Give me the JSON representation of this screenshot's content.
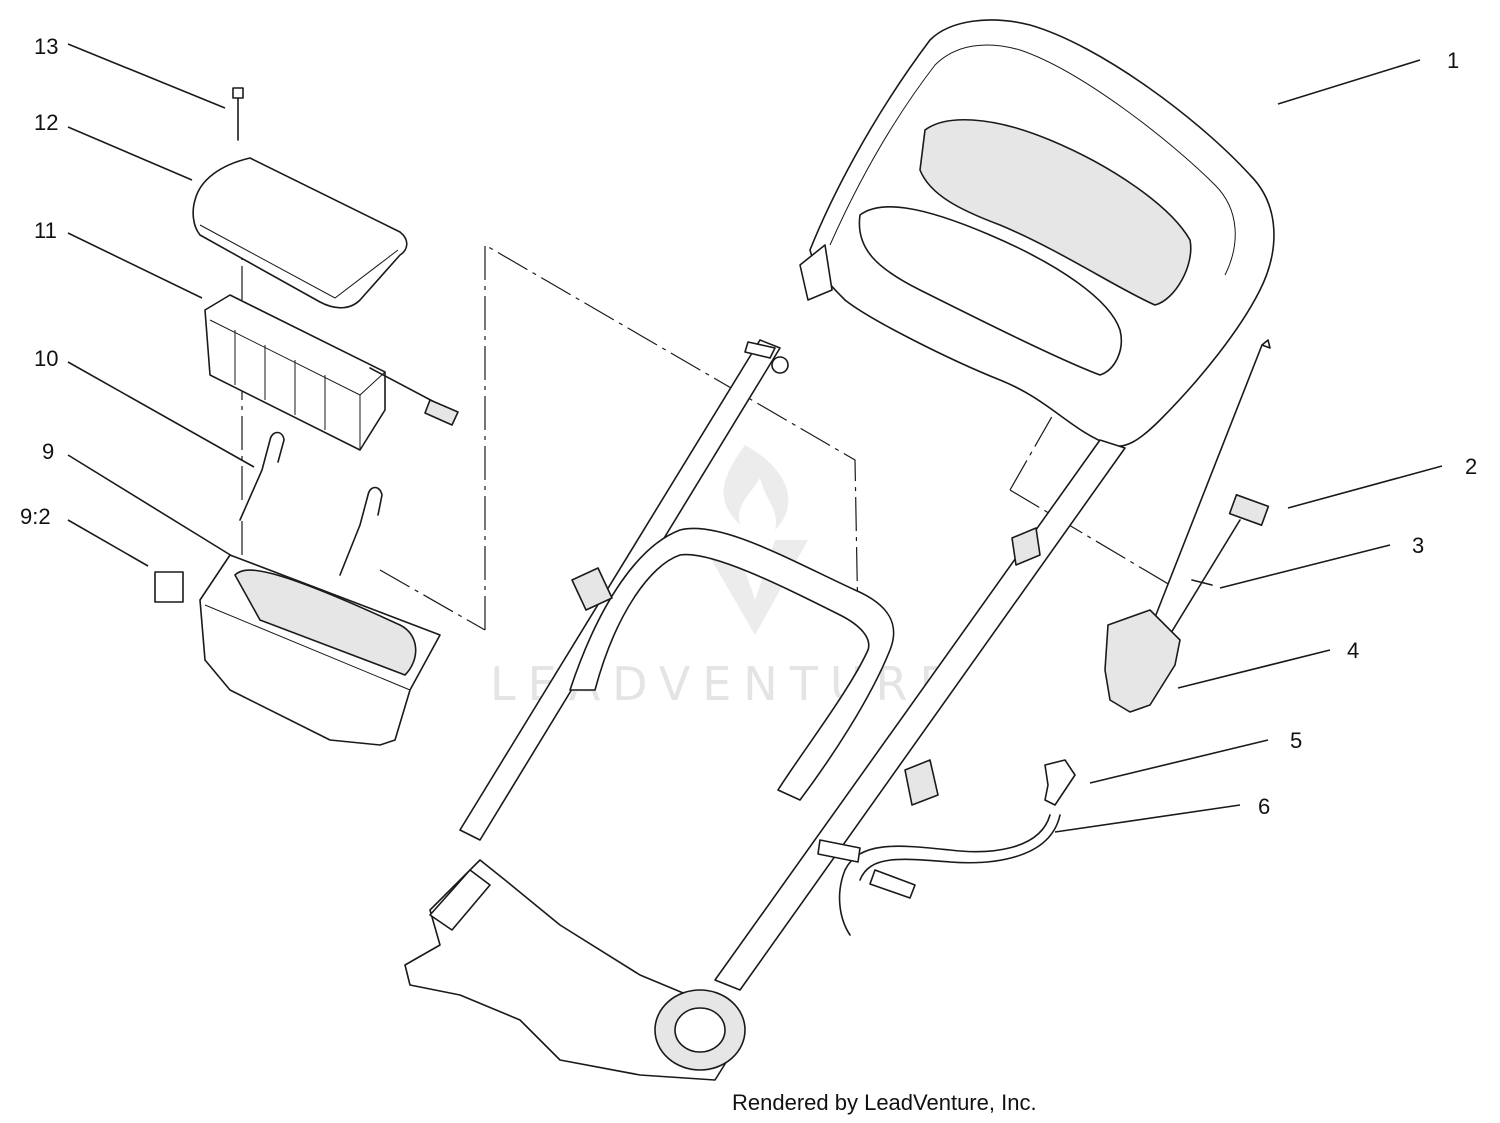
{
  "diagram": {
    "callouts": [
      "1",
      "2",
      "3",
      "4",
      "5",
      "6",
      "9",
      "9:2",
      "10",
      "11",
      "12",
      "13"
    ],
    "watermark": "LEADVENTURE",
    "credit": "Rendered by LeadVenture, Inc."
  }
}
